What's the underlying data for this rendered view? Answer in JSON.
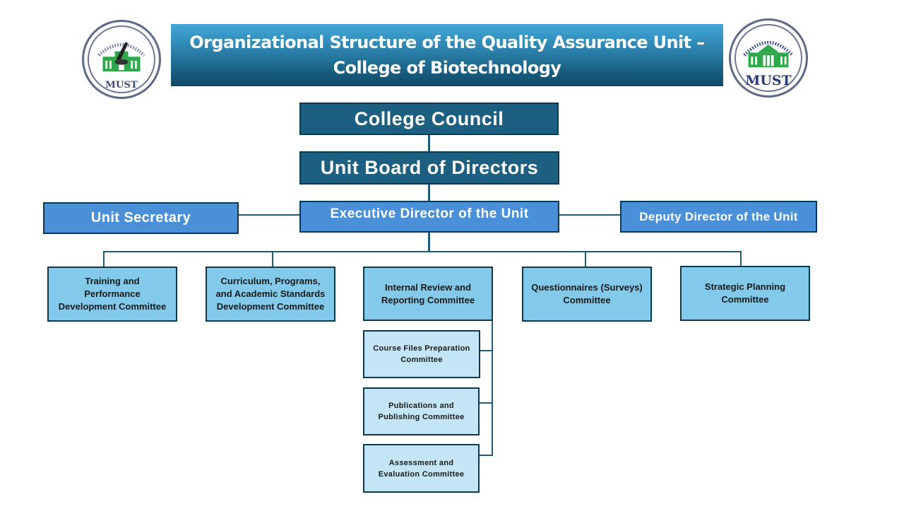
{
  "title": {
    "line1": "Organizational Structure of the Quality Assurance Unit –",
    "line2": "College of Biotechnology"
  },
  "logos": {
    "left": {
      "icon": "college-of-biotechnology-seal",
      "label": "MUST"
    },
    "right": {
      "icon": "must-university-seal",
      "label": "MUST"
    }
  },
  "chart_data": {
    "type": "org-chart",
    "nodes": {
      "college_council": "College Council",
      "unit_board": "Unit Board of Directors",
      "executive_director": "Executive Director of the Unit",
      "unit_secretary": "Unit Secretary",
      "deputy_director": "Deputy Director of the Unit",
      "committees": [
        {
          "lines": [
            "Training and",
            "Performance",
            "Development Committee"
          ]
        },
        {
          "lines": [
            "Curriculum, Programs,",
            "and Academic Standards",
            "Development Committee"
          ]
        },
        {
          "lines": [
            "Internal Review and",
            "Reporting Committee"
          ]
        },
        {
          "lines": [
            "Questionnaires (Surveys)",
            "Committee"
          ]
        },
        {
          "lines": [
            "Strategic Planning",
            "Committee"
          ]
        }
      ],
      "sub_committees": [
        {
          "lines": [
            "Course Files Preparation",
            "Committee"
          ]
        },
        {
          "lines": [
            "Publications and",
            "Publishing Committee"
          ]
        },
        {
          "lines": [
            "Assessment and",
            "Evaluation Committee"
          ]
        }
      ]
    },
    "edges": [
      [
        "College Council",
        "Unit Board of Directors"
      ],
      [
        "Unit Board of Directors",
        "Executive Director of the Unit"
      ],
      [
        "Executive Director of the Unit",
        "Unit Secretary"
      ],
      [
        "Executive Director of the Unit",
        "Deputy Director of the Unit"
      ],
      [
        "Executive Director of the Unit",
        "Training and Performance Development Committee"
      ],
      [
        "Executive Director of the Unit",
        "Curriculum, Programs, and Academic Standards Development Committee"
      ],
      [
        "Executive Director of the Unit",
        "Internal Review and Reporting Committee"
      ],
      [
        "Executive Director of the Unit",
        "Questionnaires (Surveys) Committee"
      ],
      [
        "Executive Director of the Unit",
        "Strategic Planning Committee"
      ],
      [
        "Internal Review and Reporting Committee",
        "Course Files Preparation Committee"
      ],
      [
        "Internal Review and Reporting Committee",
        "Publications and Publishing Committee"
      ],
      [
        "Internal Review and Reporting Committee",
        "Assessment and Evaluation Committee"
      ]
    ]
  },
  "colors": {
    "top_box": "#1c5f80",
    "director_box": "#4a90d9",
    "committee_box": "#82c9ea",
    "sub_committee_box": "#c3e5f5",
    "connector": "#1f5a76",
    "border": "#10384d"
  }
}
